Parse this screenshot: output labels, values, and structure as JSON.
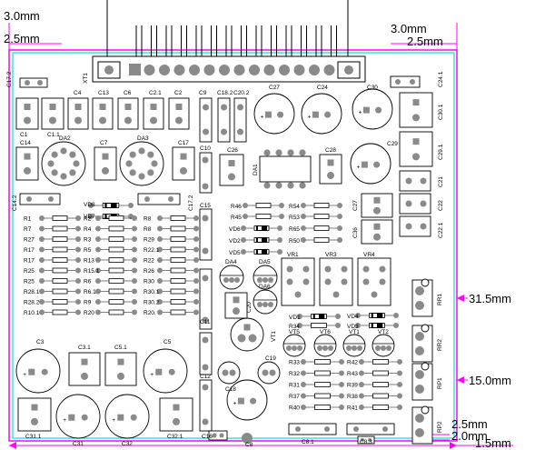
{
  "dimensions": {
    "top_left_outer": "3.0mm",
    "top_left_inner": "2.5mm",
    "top_right_outer": "3.0mm",
    "top_right_inner": "2.5mm",
    "right_upper": "31.5mm",
    "right_lower": "15.0mm",
    "bottom_a": "2.5mm",
    "bottom_b": "2.0mm",
    "bottom_c": "1.5mm"
  },
  "colors": {
    "board_outline": "#ff00ff",
    "keepout_outline": "#00e0e0",
    "component_outline": "#000000",
    "pad_gray": "#8a8a8a"
  },
  "connector": {
    "label": "XT1"
  },
  "labels": {
    "top_caps": [
      "C4",
      "C13",
      "C6",
      "C2.1",
      "C2",
      "C9",
      "C18.2",
      "C20.2",
      "C27",
      "C24",
      "C30"
    ],
    "c1": "C1",
    "c1_1": "C1.1",
    "c14": "C14",
    "da2": "DA2",
    "c7": "C7",
    "da3": "DA3",
    "c17": "C17",
    "c10": "C10",
    "c26": "C26",
    "c28": "C28",
    "c29": "C29",
    "c21": "C21",
    "c22": "C22",
    "c24_1": "C24.1",
    "c30_1": "C30.1",
    "c29_1": "C29.1",
    "c22_1": "C22.1",
    "c27b": "C27",
    "c36": "C36",
    "c17_2": "C17.2",
    "c14_2": "C14.2",
    "c17_2v": "C17.2",
    "da1": "DA1",
    "c15": "C15",
    "r46": "R46",
    "r45": "R45",
    "vd6": "VD6",
    "vd2": "VD2",
    "vd5": "VD5",
    "r54": "R54",
    "r53": "R53",
    "r65": "R65",
    "r50": "R50",
    "vd8": "VD8",
    "vd7": "VD7",
    "left_res": [
      "R1",
      "R7",
      "R27",
      "R17",
      "R17",
      "R25",
      "R25",
      "R28.1",
      "R28.2",
      "R10.1"
    ],
    "mid1_res": [
      "R2",
      "R4",
      "R3",
      "R5",
      "R13",
      "R15.1",
      "R6",
      "R6.1",
      "R9",
      "R20"
    ],
    "mid2_res": [
      "R8",
      "R8",
      "R29",
      "R22.1",
      "R22",
      "R26",
      "R30",
      "R30.1",
      "R30.2",
      "R20."
    ],
    "da4": "DA4",
    "da5": "DA5",
    "da6": "DA6",
    "c20": "C20",
    "vr1": "VR1",
    "vr3": "VR3",
    "vr4": "VR4",
    "vd1": "VD1",
    "r34": "R34",
    "vd4": "VD4",
    "vd3": "VD3",
    "vt5": "VT5",
    "vt6": "VT6",
    "vt1": "VT1",
    "vt2": "VT2",
    "c11": "C11",
    "c12": "C12",
    "c19": "C19",
    "c18": "C18",
    "vt": "VT1",
    "r_bottom_left": [
      "R33",
      "R32",
      "R31",
      "R37",
      "R40"
    ],
    "r_bottom_right": [
      "R42",
      "R43",
      "R39",
      "R38",
      "R41"
    ],
    "rr1": "RR1",
    "rr2": "RR2",
    "rp1": "RP1",
    "rp2": "RP2",
    "c3": "C3",
    "c3_1": "C3.1",
    "c5_1": "C5.1",
    "c5": "C5",
    "c31_1": "C31.1",
    "c31": "C31",
    "c32": "C32",
    "c32_1": "C32.1",
    "c16": "C16",
    "c8": "C8",
    "c8_1": "C8.1",
    "c8_3": "C8.3"
  }
}
